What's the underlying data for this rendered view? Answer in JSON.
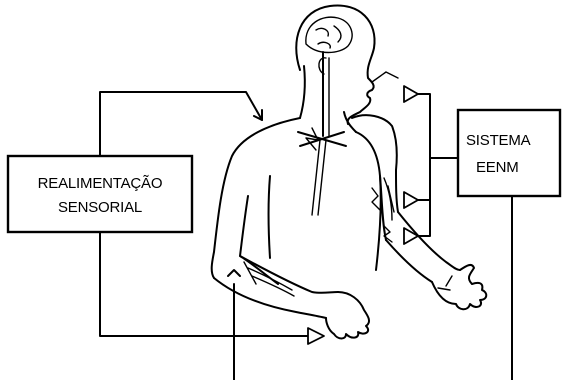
{
  "diagram": {
    "sensory_feedback_box": {
      "line1": "REALIMENTAÇÃO",
      "line2": "SENSORIAL"
    },
    "nmes_system_box": {
      "line1": "SISTEMA",
      "line2": "EENM"
    }
  }
}
